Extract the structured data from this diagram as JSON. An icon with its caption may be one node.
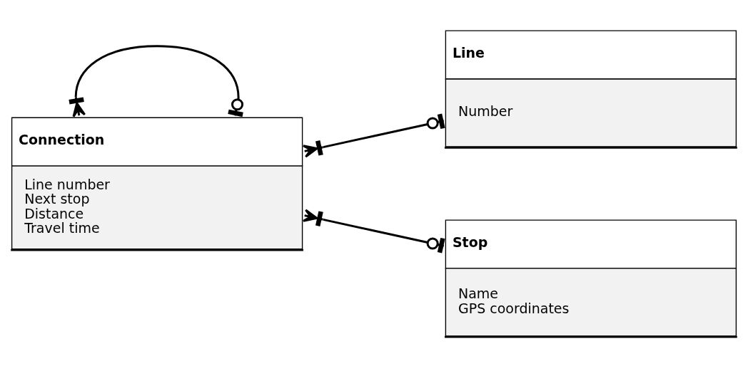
{
  "diagram": {
    "nodes": [
      {
        "text": [
          "Line",
          "Number"
        ]
      },
      {
        "text": [
          "Connection",
          "Line number",
          "Next stop",
          "Distance",
          "Travel time"
        ]
      },
      {
        "text": [
          "Stop",
          "Name",
          "GPS coordinates"
        ]
      }
    ],
    "edges": [
      {
        "from": 1,
        "to": 0,
        "arrow": "other"
      },
      {
        "from": 1,
        "to": 2,
        "arrow": "other"
      },
      {
        "from": 1,
        "to": 1,
        "arrow": "other"
      }
    ]
  }
}
